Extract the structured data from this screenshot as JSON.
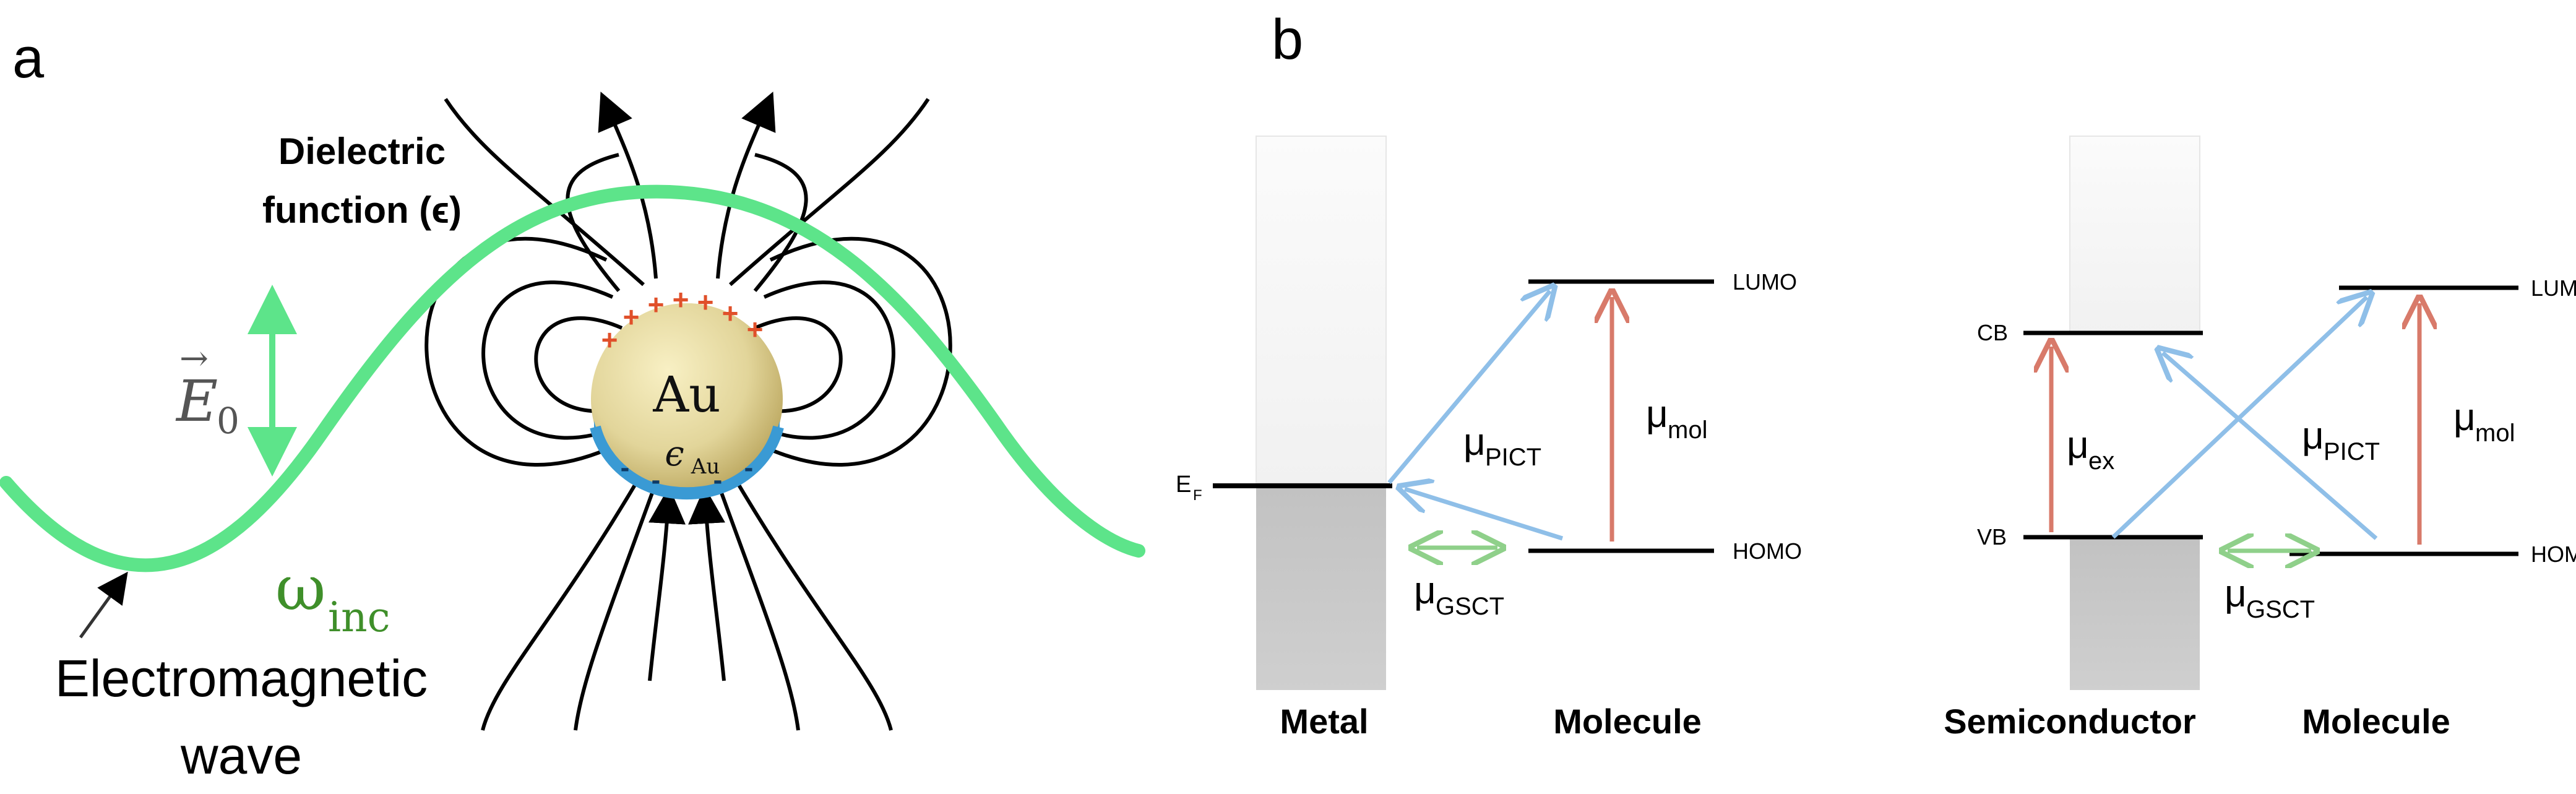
{
  "panel_a": {
    "label": "a",
    "dielectric_line1": "Dielectric",
    "dielectric_line2": "function (ϵ)",
    "field_symbol": "E",
    "field_subscript": "0",
    "sphere_label": "Au",
    "sphere_eps": "ϵ",
    "sphere_eps_sub": "Au",
    "omega": "ω",
    "omega_sub": "inc",
    "wave_line1": "Electromagnetic",
    "wave_line2": "wave",
    "plus_sign": "+",
    "minus_sign": "-",
    "colors": {
      "wave": "#5de48a",
      "sphere": "#e2d59a",
      "plus": "#e0502a",
      "minus_band": "#3a9ad4",
      "omega": "#3f8f2a"
    }
  },
  "panel_b": {
    "label": "b",
    "left": {
      "ef_label": "E",
      "ef_sub": "F",
      "lumo": "LUMO",
      "homo": "HOMO",
      "mu": "μ",
      "pict_sub": "PICT",
      "mol_sub": "mol",
      "gsct_sub": "GSCT",
      "bottom_left": "Metal",
      "bottom_right": "Molecule"
    },
    "right": {
      "cb": "CB",
      "vb": "VB",
      "lumo": "LUMO",
      "homo": "HOMO",
      "mu": "μ",
      "ex_sub": "ex",
      "pict_sub": "PICT",
      "mol_sub": "mol",
      "gsct_sub": "GSCT",
      "bottom_left": "Semiconductor",
      "bottom_right": "Molecule"
    },
    "colors": {
      "blue": "#8fbfe8",
      "red": "#d87a6a",
      "green": "#8fd08a"
    }
  }
}
